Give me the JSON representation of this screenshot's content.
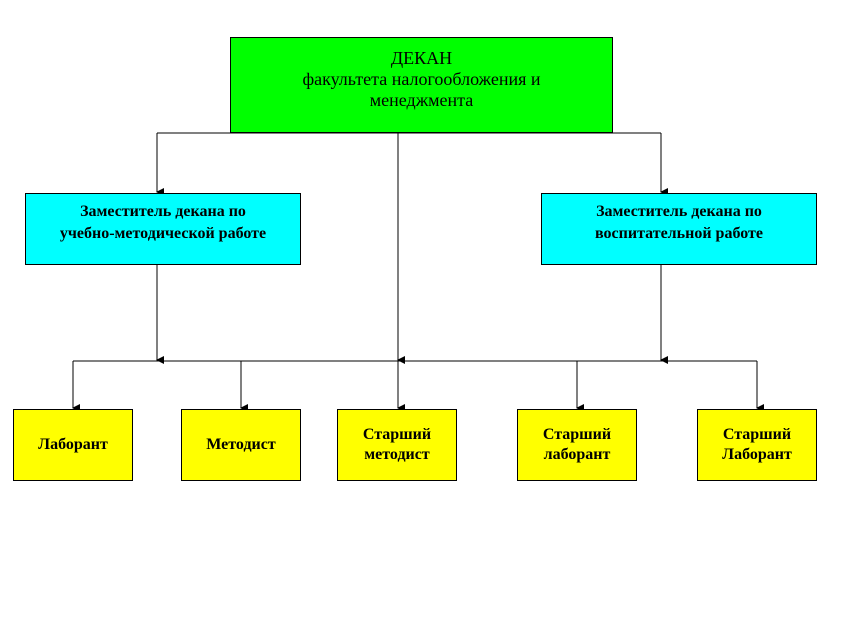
{
  "colors": {
    "dean_fill": "#00ff00",
    "deputy_fill": "#00ffff",
    "staff_fill": "#ffff00",
    "line": "#000000"
  },
  "dean": {
    "lines": [
      "ДЕКАН",
      "факультета налогообложения и",
      "менеджмента"
    ]
  },
  "deputies": [
    {
      "lines": [
        "Заместитель декана по",
        "учебно-методической работе"
      ]
    },
    {
      "lines": [
        "Заместитель декана по",
        "воспитательной работе"
      ]
    }
  ],
  "staff": [
    {
      "lines": [
        "Лаборант"
      ]
    },
    {
      "lines": [
        "Методист"
      ]
    },
    {
      "lines": [
        "Старший",
        "методист"
      ]
    },
    {
      "lines": [
        "Старший",
        "лаборант"
      ]
    },
    {
      "lines": [
        "Старший",
        "Лаборант"
      ]
    }
  ]
}
